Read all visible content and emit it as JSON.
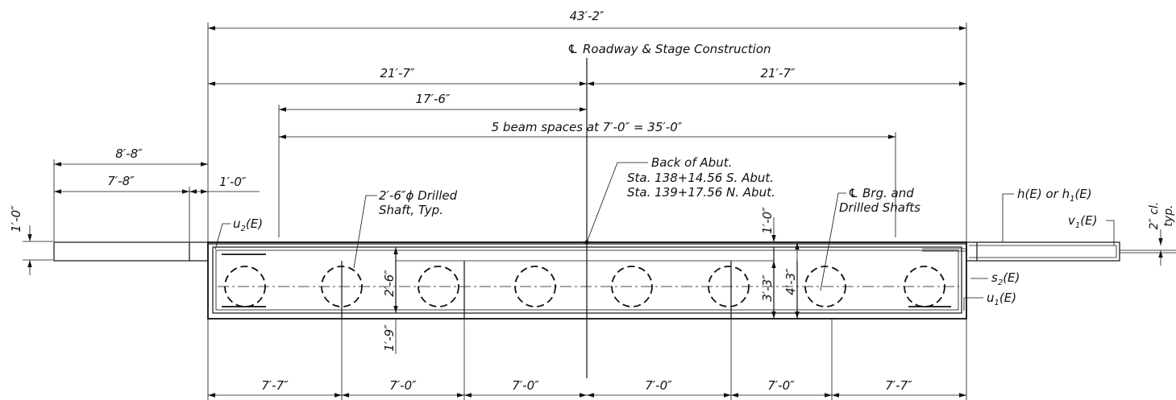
{
  "dimensions": {
    "overall": "43′-2″",
    "half_left": "21′-7″",
    "half_right": "21′-7″",
    "to_first_beam": "17′-6″",
    "beam_spacing": "5 beam spaces at 7′-0″ = 35′-0″",
    "wing_outer": "8′-8″",
    "wing_inner": "7′-8″",
    "wing_offset": "1′-0″",
    "deck_thickness_left": "1′-0″",
    "top_cover": "1′-0″",
    "shaft_dim": "2′-6″",
    "cap_depth_1": "3′-3″",
    "cap_depth_2": "4′-3″",
    "bottom_dim": "1′-9″",
    "clear_cover": "2″ cl.",
    "clear_cover_typ": "typ.",
    "bottom_spans": [
      "7′-7″",
      "7′-0″",
      "7′-0″",
      "7′-0″",
      "7′-0″",
      "7′-7″"
    ]
  },
  "labels": {
    "centerline_symbol": "℄",
    "centerline": "Roadway & Stage Construction",
    "back_of_abut": "Back of Abut.",
    "sta_south": "Sta. 138+14.56 S. Abut.",
    "sta_north": "Sta. 139+17.56 N. Abut.",
    "drilled_shaft_1": "2′-6″ϕ Drilled",
    "drilled_shaft_2": "Shaft, Typ.",
    "brg_1": "Brg. and",
    "brg_2": "Drilled Shafts",
    "h_bar": "h(E) or h",
    "h_bar_sub": "1",
    "h_bar_end": "(E)",
    "v1": "v",
    "v1_sub": "1",
    "v1_end": "(E)",
    "u2": "u",
    "u2_sub": "2",
    "u2_end": "(E)",
    "s2": "s",
    "s2_sub": "2",
    "s2_end": "(E)",
    "u1": "u",
    "u1_sub": "1",
    "u1_end": "(E)"
  },
  "shaft_count": 8
}
